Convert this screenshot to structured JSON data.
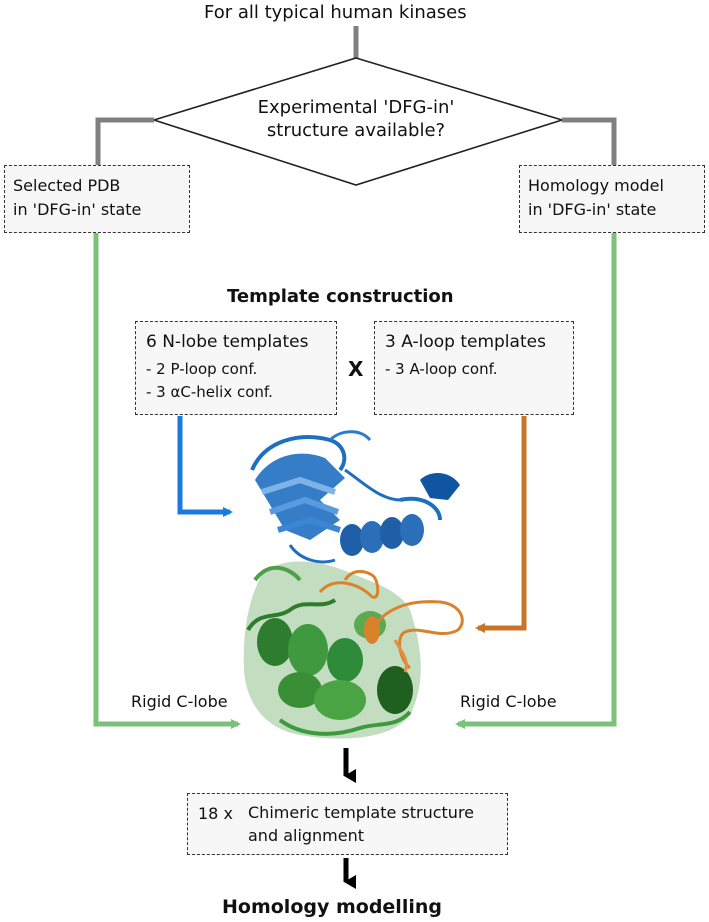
{
  "top_title": "For all typical human kinases",
  "decision": {
    "line1": "Experimental 'DFG-in'",
    "line2": "structure available?"
  },
  "left_box": {
    "line1": "Selected PDB",
    "line2": "in 'DFG-in' state"
  },
  "right_box": {
    "line1": "Homology model",
    "line2": "in 'DFG-in' state"
  },
  "section_title": "Template construction",
  "nlobe_box": {
    "title": "6 N-lobe templates",
    "item1": "- 2 P-loop conf.",
    "item2": "- 3 αC-helix conf."
  },
  "times_symbol": "X",
  "aloop_box": {
    "title": "3 A-loop templates",
    "item1": "- 3 A-loop conf."
  },
  "left_clobe_label": "Rigid C-lobe",
  "right_clobe_label": "Rigid C-lobe",
  "chimeric_box": {
    "count": "18 x",
    "line1": "Chimeric template structure",
    "line2": "and alignment"
  },
  "bottom_title": "Homology modelling",
  "colors": {
    "gray_connector": "#808080",
    "green_arrow": "#7cc17a",
    "blue_arrow": "#1a7ae0",
    "orange_arrow": "#c8752a",
    "nlobe_blue": "#1f6fc0",
    "clobe_green": "#3f9a3f",
    "aloop_orange": "#d9822b"
  }
}
